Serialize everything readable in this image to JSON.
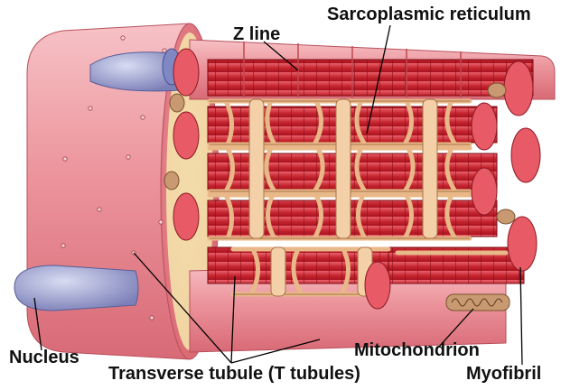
{
  "labels": {
    "z_line": "Z line",
    "sarcoplasmic_reticulum": "Sarcoplasmic reticulum",
    "nucleus": "Nucleus",
    "transverse_tubule": "Transverse tubule (T tubules)",
    "mitochondrion": "Mitochondrion",
    "myofibril": "Myofibril"
  },
  "colors": {
    "fiber": "#e8808a",
    "fiber_light": "#f4b4b8",
    "myofibril": "#d8333e",
    "myofibril_end": "#e85a66",
    "reticulum": "#f2c79e",
    "reticulum_edge": "#b07a50",
    "nucleus": "#9aa0d0",
    "mitochondrion": "#c99a72",
    "sarcoplasm": "#f3e1a8"
  }
}
